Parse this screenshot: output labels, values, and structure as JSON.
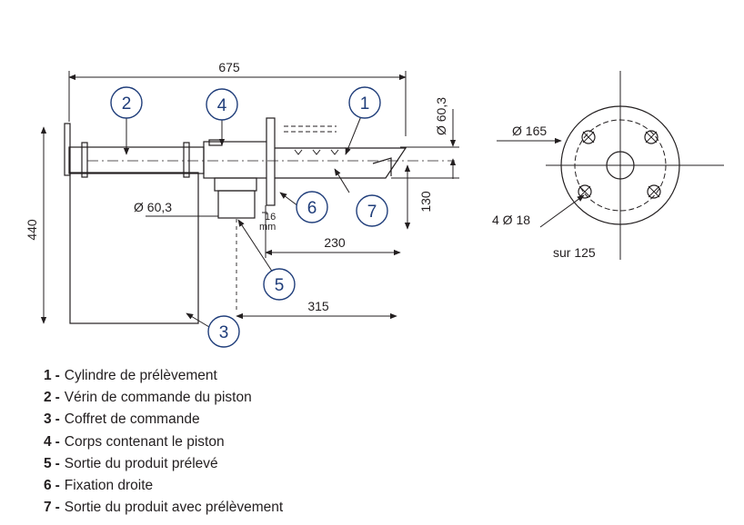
{
  "dimensions": {
    "overall_length": "675",
    "height": "440",
    "flange_diameter": "Ø 60,3",
    "outlet_diameter": "Ø 60,3",
    "gap_value": "16",
    "gap_unit": "mm",
    "outlet_offset": "230",
    "box_offset": "315",
    "outlet_drop": "130"
  },
  "flange_view": {
    "outer_diameter": "Ø 165",
    "bolt_holes": "4 Ø 18",
    "bolt_circle": "sur 125"
  },
  "callouts": [
    "1",
    "2",
    "3",
    "4",
    "5",
    "6",
    "7"
  ],
  "legend": [
    {
      "num": "1",
      "text": "Cylindre de prélèvement"
    },
    {
      "num": "2",
      "text": "Vérin de commande du piston"
    },
    {
      "num": "3",
      "text": "Coffret de commande"
    },
    {
      "num": "4",
      "text": "Corps contenant le piston"
    },
    {
      "num": "5",
      "text": "Sortie du produit prélevé"
    },
    {
      "num": "6",
      "text": "Fixation droite"
    },
    {
      "num": "7",
      "text": "Sortie du produit avec prélèvement"
    }
  ],
  "colors": {
    "line": "#231f20",
    "callout": "#1f3d7a"
  }
}
